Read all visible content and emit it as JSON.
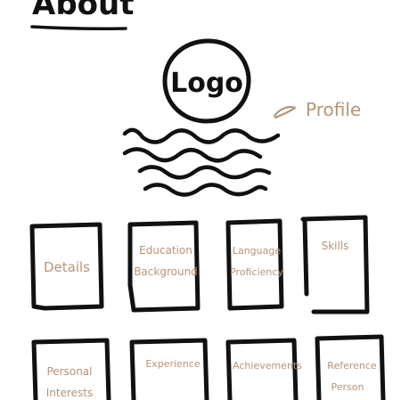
{
  "title": "About",
  "logo": "Logo",
  "profile": "Profile",
  "boxes": [
    {
      "lines": [
        "Details"
      ]
    },
    {
      "lines": [
        "Education",
        "Background"
      ]
    },
    {
      "lines": [
        "Language",
        "Proficiency"
      ]
    },
    {
      "lines": [
        "Skills"
      ]
    },
    {
      "lines": [
        "Personal",
        "Interests"
      ]
    },
    {
      "lines": [
        "Experience"
      ]
    },
    {
      "lines": [
        "Achievements"
      ]
    },
    {
      "lines": [
        "Reference",
        "Person"
      ]
    }
  ],
  "colors": {
    "ink": "#111111",
    "label": "#b89478"
  }
}
